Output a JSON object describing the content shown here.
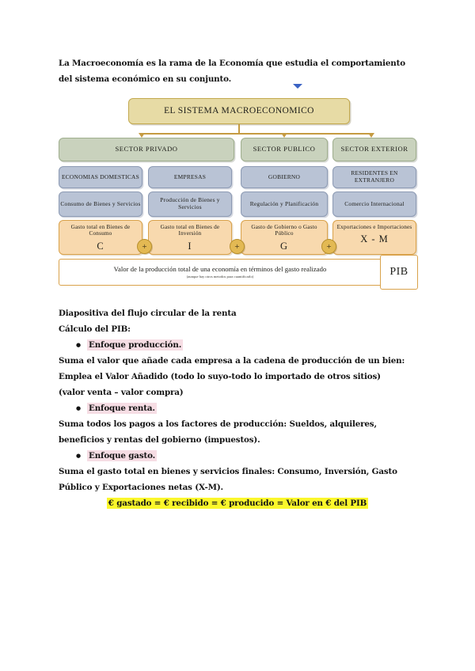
{
  "document": {
    "intro_paragraph": "La Macroeconomía es la rama de la Economía que estudia el comportamiento del sistema económico en su conjunto.",
    "section_heading": "Diapositiva del flujo circular de la renta",
    "subheading": "Cálculo del PIB:",
    "approaches": [
      {
        "bullet_label": "Enfoque producción.",
        "highlight_color": "#f6dde4",
        "body_lines": [
          "Suma el valor que añade cada empresa a la cadena de producción de un bien:",
          "Emplea el Valor Añadido (todo lo suyo-todo lo importado de otros sitios)",
          "(valor venta – valor compra)"
        ]
      },
      {
        "bullet_label": "Enfoque renta.",
        "highlight_color": "#f6dde4",
        "body_lines": [
          "Suma todos los pagos a los factores de producción: Sueldos, alquileres,",
          "beneficios y rentas del gobierno (impuestos)."
        ]
      },
      {
        "bullet_label": "Enfoque gasto.",
        "highlight_color": "#f6dde4",
        "body_lines": [
          "Suma el gasto total en bienes y servicios finales: Consumo, Inversión, Gasto",
          "Público y Exportaciones netas (X-M)."
        ]
      }
    ],
    "final_equation": "€ gastado = € recibido = € producido = Valor en € del PIB",
    "final_equation_highlight": "#fbf72c"
  },
  "diagram": {
    "title": "EL SISTEMA MACROECONOMICO",
    "title_color": "#e7dba5",
    "sector_color": "#c9d2bd",
    "agent_color": "#b9c3d5",
    "spending_color": "#f8d9ae",
    "plus_color": "#e3b953",
    "sectors": [
      {
        "label": "SECTOR PRIVADO"
      },
      {
        "label": "SECTOR PUBLICO"
      },
      {
        "label": "SECTOR EXTERIOR"
      }
    ],
    "agents": [
      {
        "label": "ECONOMIAS DOMESTICAS"
      },
      {
        "label": "EMPRESAS"
      },
      {
        "label": "GOBIERNO"
      },
      {
        "label": "RESIDENTES EN EXTRANJERO"
      }
    ],
    "activities": [
      {
        "label": "Consumo de Bienes y Servicios"
      },
      {
        "label": "Producción de Bienes y Servicios"
      },
      {
        "label": "Regulación y Planificación"
      },
      {
        "label": "Comercio Internacional"
      }
    ],
    "spending": [
      {
        "label": "Gasto total en Bienes de Consumo",
        "symbol": "C"
      },
      {
        "label": "Gasto total en Bienes de Inversión",
        "symbol": "I"
      },
      {
        "label": "Gasto de Gobierno o Gasto Público",
        "symbol": "G"
      },
      {
        "label": "Exportaciones e Importaciones",
        "symbol": "X - M"
      }
    ],
    "operators": [
      "+",
      "+",
      "+"
    ],
    "result": {
      "main_text": "Valor de la producción total de una economía en términos del gasto realizado",
      "sub_text": "(aunque hay otros metodos para cuantificarlo)",
      "tag": "PIB"
    }
  }
}
